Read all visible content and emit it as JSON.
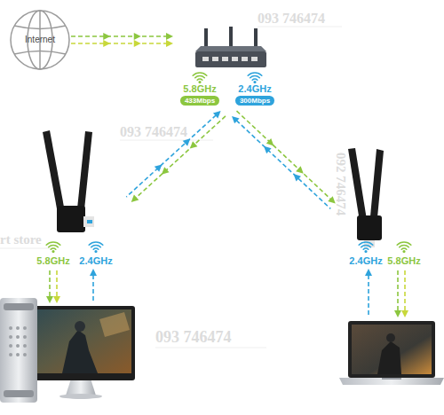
{
  "diagram": {
    "nodes": [
      {
        "text": [
          "Internet"
        ]
      },
      {
        "text": [
          "5.8GHz",
          "433Mbps",
          "2.4GHz",
          "300Mbps"
        ]
      },
      {
        "text": [
          "5.8GHz",
          "2.4GHz"
        ]
      },
      {
        "text": [
          "2.4GHz",
          "5.8GHz"
        ]
      }
    ],
    "edges": [
      {
        "from": 0,
        "to": 1,
        "arrow": "to"
      },
      {
        "from": 1,
        "to": 2,
        "arrow": "both"
      },
      {
        "from": 1,
        "to": 3,
        "arrow": "both"
      }
    ],
    "labels": [
      "093 746474",
      "093 746474",
      "092 746474",
      "rt store",
      "093 746474"
    ]
  }
}
